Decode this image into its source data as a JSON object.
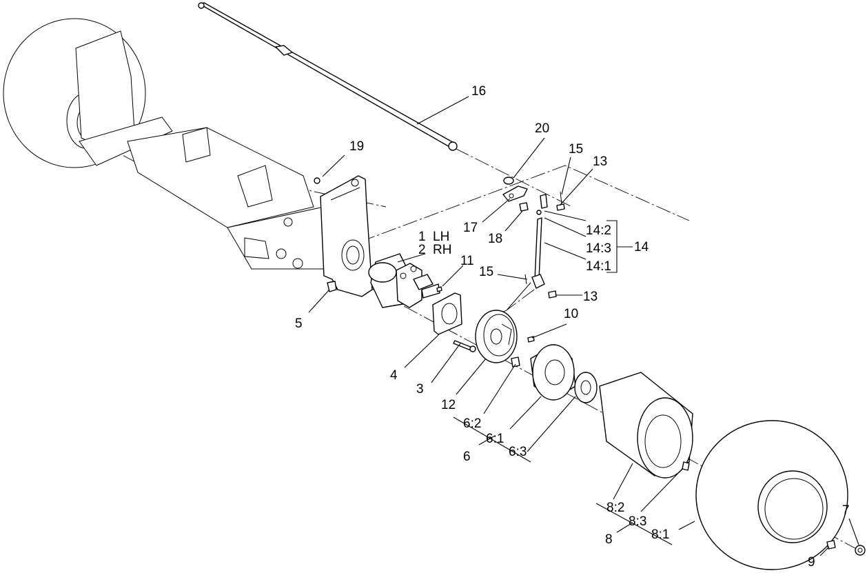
{
  "callouts": {
    "c1": "1",
    "c1_side": "LH",
    "c2": "2",
    "c2_side": "RH",
    "c3": "3",
    "c4": "4",
    "c5": "5",
    "c6": "6",
    "c6_1": "6:1",
    "c6_2": "6:2",
    "c6_3": "6:3",
    "c7": "7",
    "c8": "8",
    "c8_1": "8:1",
    "c8_2": "8:2",
    "c8_3": "8:3",
    "c9": "9",
    "c10": "10",
    "c11": "11",
    "c12": "12",
    "c13_top": "13",
    "c13_bottom": "13",
    "c14": "14",
    "c14_1": "14:1",
    "c14_2": "14:2",
    "c14_3": "14:3",
    "c15_top": "15",
    "c15_left": "15",
    "c16": "16",
    "c17": "17",
    "c18": "18",
    "c19": "19",
    "c20": "20"
  },
  "colors": {
    "line": "#000000",
    "background": "#ffffff"
  }
}
